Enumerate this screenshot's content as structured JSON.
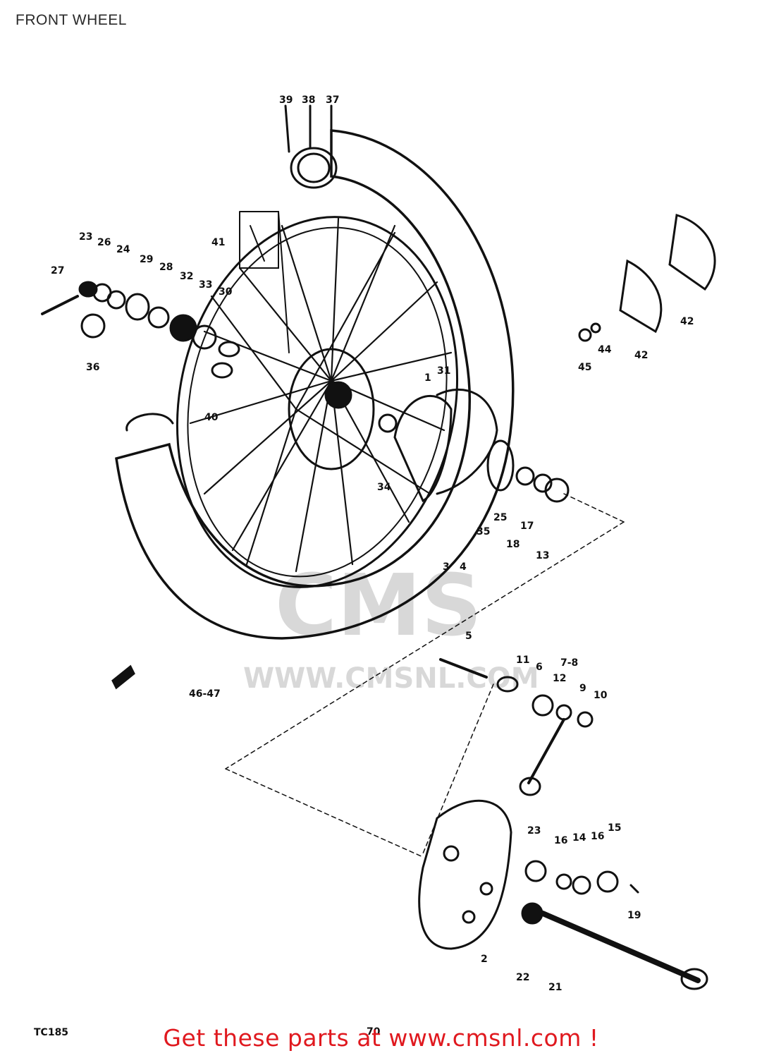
{
  "page": {
    "title": "FRONT WHEEL",
    "plate_code": "TC185",
    "page_number": "70",
    "footer": "Get these parts at www.cmsnl.com !"
  },
  "watermark": {
    "logo": "CMS",
    "url": "WWW.CMSNL.COM"
  },
  "colors": {
    "footer": "#e0191f",
    "ink": "#111111",
    "watermark": "#d8d8d8"
  },
  "callouts": {
    "c39": "39",
    "c38": "38",
    "c37": "37",
    "c41": "41",
    "c23a": "23",
    "c26": "26",
    "c24": "24",
    "c27": "27",
    "c29": "29",
    "c28": "28",
    "c32": "32",
    "c33": "33",
    "c30": "30",
    "c36": "36",
    "c40": "40",
    "c42a": "42",
    "c42b": "42",
    "c44": "44",
    "c45": "45",
    "c34": "34",
    "c31": "31",
    "c1": "1",
    "c3": "3",
    "c4": "4",
    "c35": "35",
    "c25": "25",
    "c17": "17",
    "c18": "18",
    "c13": "13",
    "c5": "5",
    "c11": "11",
    "c6": "6",
    "c78": "7-8",
    "c12": "12",
    "c9": "9",
    "c10": "10",
    "c4647": "46-47",
    "c23b": "23",
    "c16a": "16",
    "c14": "14",
    "c16b": "16",
    "c15": "15",
    "c19": "19",
    "c2": "2",
    "c22": "22",
    "c21": "21"
  }
}
